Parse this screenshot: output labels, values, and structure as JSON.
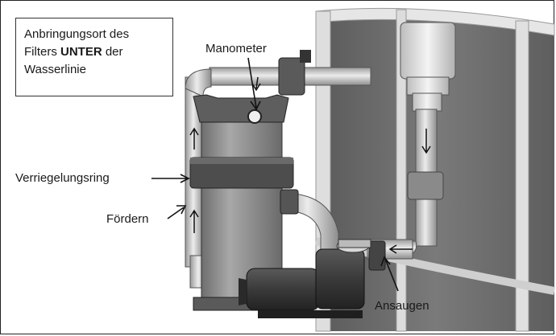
{
  "callout": {
    "line1": "Anbringungsort des",
    "line2_pre": "Filters ",
    "line2_bold": "UNTER",
    "line2_post": " der",
    "line3": "Wasserlinie"
  },
  "labels": {
    "manometer": "Manometer",
    "locking_ring": "Verriegelungsring",
    "delivery": "Fördern",
    "suction": "Ansaugen"
  },
  "colors": {
    "pool_wall": "#6a6a6a",
    "pool_rim": "#e4e4e4",
    "pipe": "#c9c9c9",
    "filter": "#8a8a8a",
    "pump": "#3a3a3a",
    "outline": "#1a1a1a"
  },
  "icons": [
    "arrow-up-icon",
    "arrow-down-icon",
    "arrow-left-icon",
    "pointer-arrow-icon"
  ]
}
